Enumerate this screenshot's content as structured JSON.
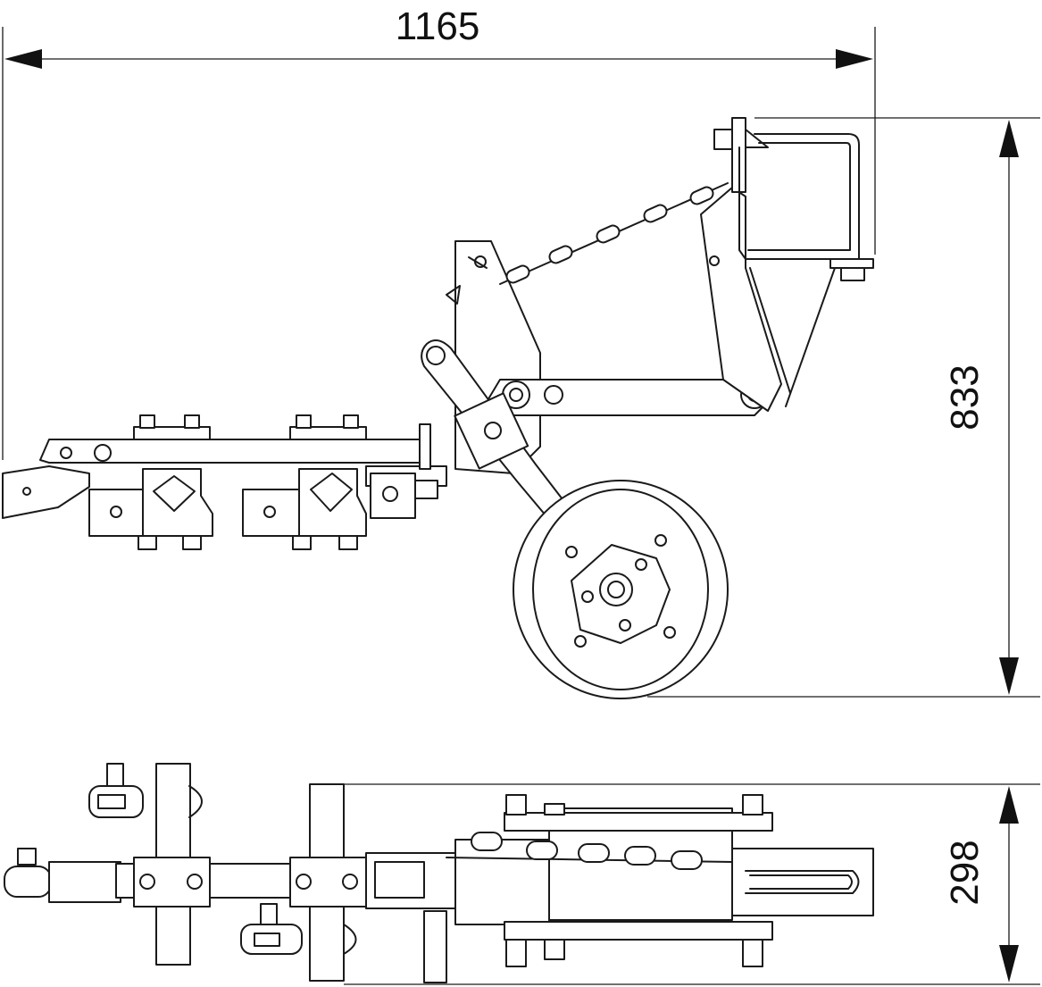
{
  "dimensions": {
    "width": "1165",
    "height_side": "833",
    "height_top": "298"
  },
  "colors": {
    "line": "#1a1a1a",
    "background": "#ffffff"
  }
}
